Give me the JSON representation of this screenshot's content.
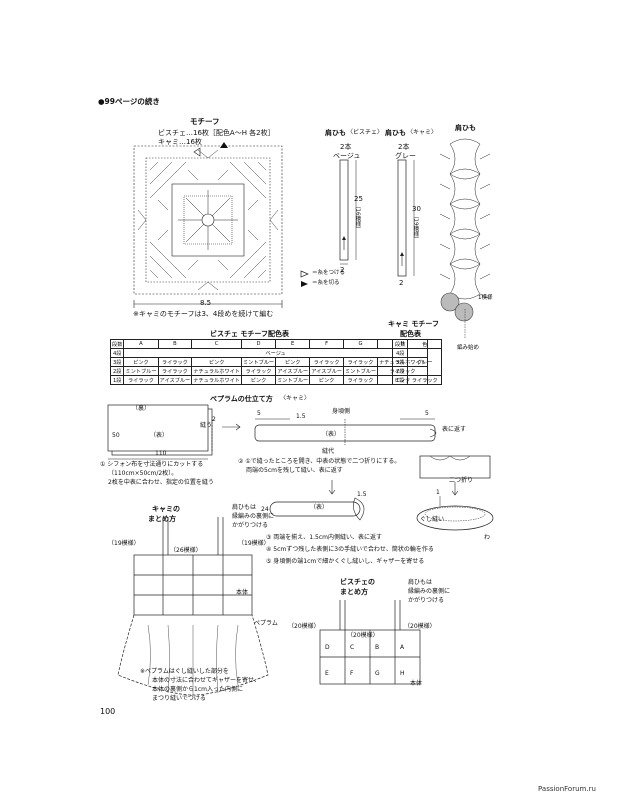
{
  "header": {
    "continuation": "●99ページの続き"
  },
  "motif": {
    "title": "モチーフ",
    "note1": "ビスチェ…16枚［配色A～H 各2枚］",
    "note2": "キャミ…16枚",
    "width_label": "8.5",
    "footnote": "※キャミのモチーフは3、4段めを続けて編む"
  },
  "strap_bustier": {
    "title": "肩ひも",
    "sub": "〈ビスチェ〉",
    "count": "2本",
    "color": "ベージュ",
    "len": "25",
    "rows": "（16模様）",
    "w": "2"
  },
  "strap_cami": {
    "title": "肩ひも",
    "sub": "〈キャミ〉",
    "count": "2本",
    "color": "グレー",
    "len": "30",
    "rows": "（19模様）",
    "w": "2"
  },
  "legend": {
    "join": "＝糸をつける",
    "cut": "＝糸を切る"
  },
  "strap_chart": {
    "title": "肩ひも",
    "pattern": "1模様",
    "start": "編み始め"
  },
  "bustier_table": {
    "title": "ビスチェ モチーフ配色表",
    "headers": [
      "段数",
      "A",
      "B",
      "C",
      "D",
      "E",
      "F",
      "G",
      "H"
    ],
    "rows": [
      [
        "4段",
        "ベージュ"
      ],
      [
        "3段",
        "ピンク",
        "ライラック",
        "ピンク",
        "ミントブルー",
        "ピンク",
        "ライラック",
        "ライラック",
        "ナチュラルホワイト"
      ],
      [
        "2段",
        "ミントブルー",
        "ライラック",
        "ナチュラルホワイト",
        "ライラック",
        "アイスブルー",
        "アイスブルー",
        "ミントブルー",
        "ライラック"
      ],
      [
        "1段",
        "ライラック",
        "アイスブルー",
        "ナチュラルホワイト",
        "ピンク",
        "ミントブルー",
        "ピンク",
        "ライラック",
        "ピンク"
      ]
    ]
  },
  "cami_table": {
    "title": "キャミ モチーフ",
    "title2": "配色表",
    "headers": [
      "段数",
      "色"
    ],
    "rows": [
      [
        "4段",
        "グレー"
      ],
      [
        "3段",
        ""
      ],
      [
        "2段",
        ""
      ],
      [
        "1段",
        "ライラック"
      ]
    ]
  },
  "peplum": {
    "title": "ペプラムの仕立て方",
    "sub": "〈キャミ〉",
    "back": "（裏）",
    "front": "（表）",
    "seam": "縫う",
    "seam_w": "2",
    "h": "50",
    "w": "110",
    "step1": [
      "① シフォン布を寸法通りにカットする",
      "（110cm×50cm/2枚）。",
      "2枚を中表に合わせ、指定の位置を縫う"
    ],
    "tube": "身頃側",
    "tube_n1": "5",
    "tube_n2": "1.5",
    "tube_n3": "5",
    "turn": "表に返す",
    "fold_label": "縫代",
    "step2": [
      "② ①で縫ったところを開き、中表の状態で二つ折りにする。",
      "両端の5cmを残して縫い、表に返す"
    ],
    "step3": "③ 両端を揃え、1.5cm内側縫い、表に返す",
    "step4": "④ 5cmずつ残した表側に3の手縫いで合わせ、筒状の輪を作る",
    "step5": "⑤ 身頃側の端1cmで細かくぐし縫いし、ギャザーを寄せる",
    "ring": "二つ折り",
    "gathers": "ぐし縫い",
    "n24": "24",
    "n15": "1.5",
    "n1": "1",
    "wa": "わ"
  },
  "cami_assembly": {
    "title1": "キャミの",
    "title2": "まとめ方",
    "strap_note1": "肩ひもは",
    "strap_note2": "縁編みの裏側に",
    "strap_note3": "かがりつける",
    "left": "（19模様）",
    "center": "（26模様）",
    "right": "（19模様）",
    "body": "本体",
    "peplum": "ペプラム",
    "note1": "※ペプラムはぐし縫いした部分を",
    "note2": "本体の寸法に合わせてギャザーを寄せ、",
    "note3": "本体の裏側から1cm入った内側に",
    "note4": "まつり縫いでつける"
  },
  "bustier_assembly": {
    "title1": "ビスチェの",
    "title2": "まとめ方",
    "strap_note1": "肩ひもは",
    "strap_note2": "縁編みの裏側に",
    "strap_note3": "かがりつける",
    "left": "（20模様）",
    "center": "（20模様）",
    "right": "（20模様）",
    "row1": [
      "D",
      "C",
      "B",
      "A"
    ],
    "row2": [
      "E",
      "F",
      "G",
      "H"
    ],
    "body": "本体"
  },
  "page_number": "100",
  "watermark": "PassionForum.ru"
}
